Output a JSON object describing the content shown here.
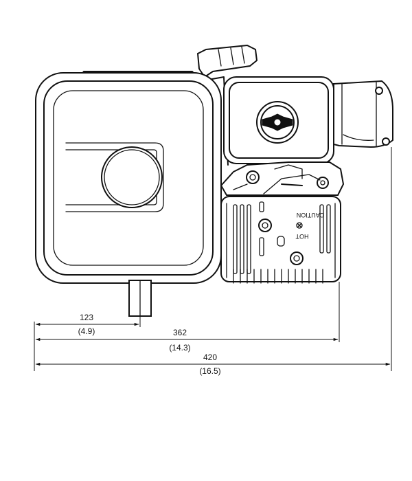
{
  "labels": {
    "caution": "CAUTION",
    "hot": "HOT"
  },
  "dimensions": [
    {
      "id": "shaft",
      "mm": "123",
      "inch": "(4.9)"
    },
    {
      "id": "muffler",
      "mm": "362",
      "inch": "(14.3)"
    },
    {
      "id": "overall",
      "mm": "420",
      "inch": "(16.5)"
    }
  ]
}
